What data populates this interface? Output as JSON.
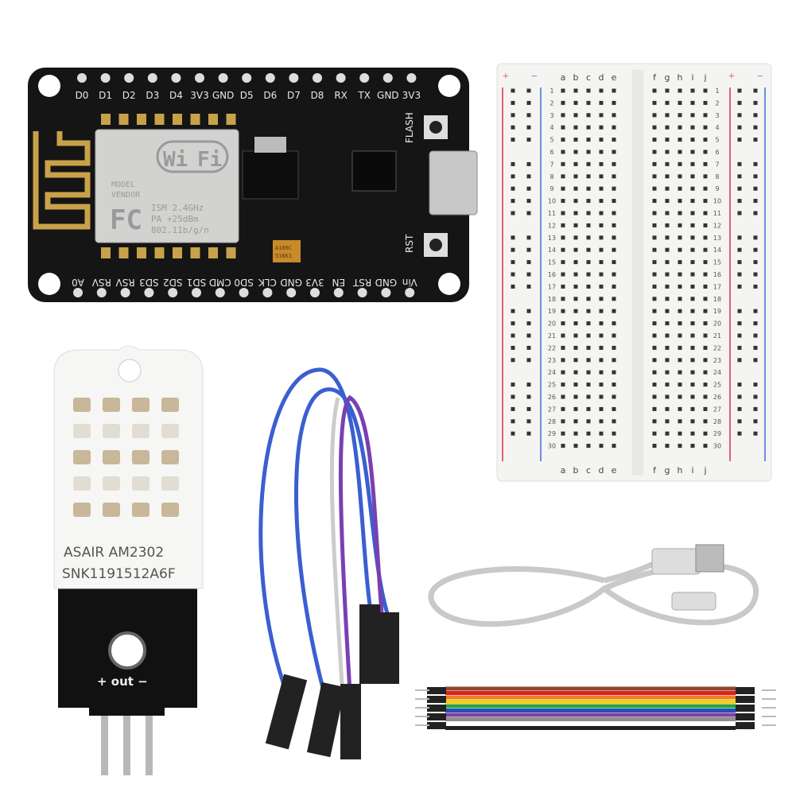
{
  "board": {
    "top_pins": [
      "D0",
      "D1",
      "D2",
      "D3",
      "D4",
      "3V3",
      "GND",
      "D5",
      "D6",
      "D7",
      "D8",
      "RX",
      "TX",
      "GND",
      "3V3"
    ],
    "bottom_pins": [
      "A0",
      "RSV",
      "RSV",
      "SD3",
      "SD2",
      "SD1",
      "CMD",
      "SD0",
      "CLK",
      "GND",
      "3V3",
      "EN",
      "RST",
      "GND",
      "Vin"
    ],
    "module": {
      "logo_wi": "Wi",
      "logo_fi": "Fi",
      "model": "MODEL",
      "vendor": "VENDOR",
      "fcc": "FC",
      "line1": "ISM 2.4GHz",
      "line2": "PA  +25dBm",
      "line3": "802.11b/g/n"
    },
    "capacitor": [
      "A106C",
      "516K1"
    ],
    "flash_label": "FLASH",
    "rst_label": "RST"
  },
  "breadboard": {
    "left_columns": [
      "a",
      "b",
      "c",
      "d",
      "e"
    ],
    "right_columns": [
      "f",
      "g",
      "h",
      "i",
      "j"
    ],
    "rows": 30,
    "plus": "+",
    "minus": "−",
    "colors": {
      "plus": "#d9324a",
      "minus": "#3a6fd8"
    }
  },
  "sensor": {
    "brand": "ASAIR",
    "model": "AM2302",
    "serial": "SNK1191512A6F",
    "pins_label": "+ out −"
  },
  "colors": {
    "pcb": "#151515",
    "gold": "#c8a24a",
    "jumper": "#3a5fd0",
    "ribbon": [
      "#8b4a2a",
      "#e02020",
      "#f08020",
      "#f0d020",
      "#30a040",
      "#2050c0",
      "#8040a0",
      "#909090",
      "#ffffff",
      "#202020"
    ]
  }
}
